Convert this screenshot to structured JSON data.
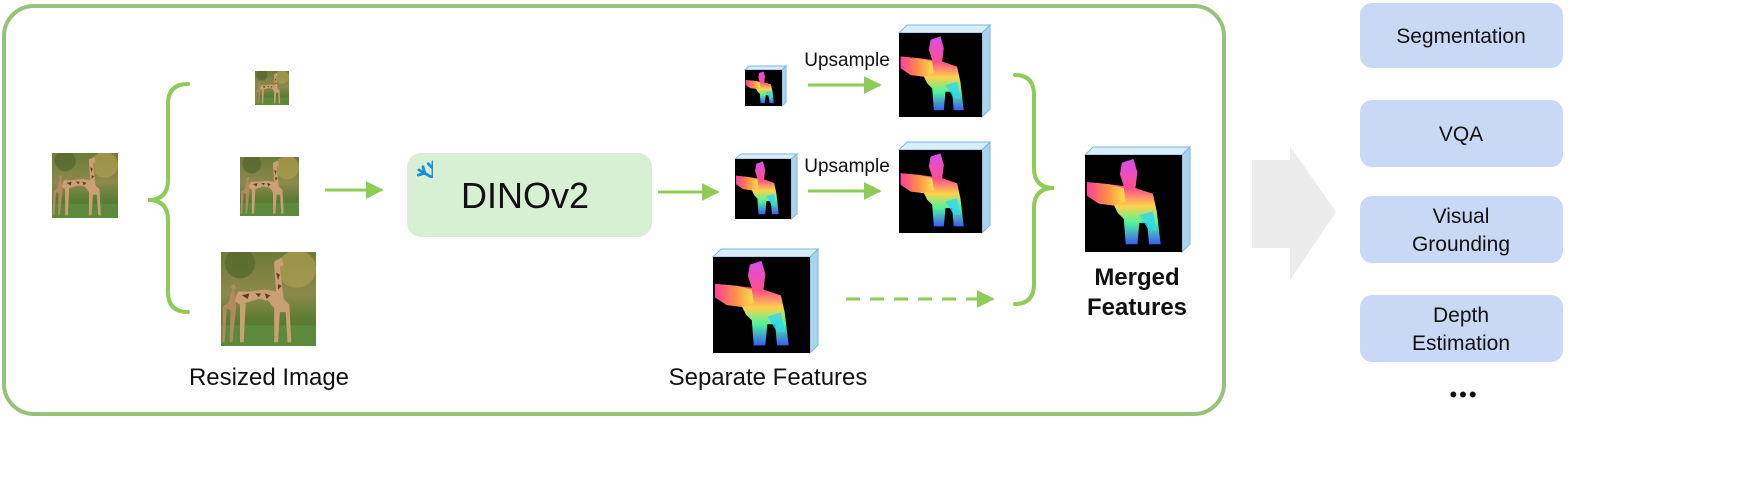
{
  "pipeline": {
    "input_label": "Resized Image",
    "model_label": "DINOv2",
    "frozen_icon": "snowflake-icon",
    "upsample_label_1": "Upsample",
    "upsample_label_2": "Upsample",
    "features_label": "Separate Features",
    "merged_label_line1": "Merged",
    "merged_label_line2": "Features"
  },
  "tasks": {
    "items": [
      {
        "lines": [
          "Segmentation"
        ]
      },
      {
        "lines": [
          "VQA"
        ]
      },
      {
        "lines": [
          "Visual",
          "Grounding"
        ]
      },
      {
        "lines": [
          "Depth",
          "Estimation"
        ]
      }
    ],
    "more": "•••"
  },
  "colors": {
    "frame": "#97c27a",
    "arrow": "#8fcb57",
    "model_fill": "#d7f0d3",
    "task_fill": "#c9d9f5",
    "big_arrow": "#ececec",
    "cube_side": "#a9d4ee",
    "snowflake": "#1e8fd6"
  }
}
